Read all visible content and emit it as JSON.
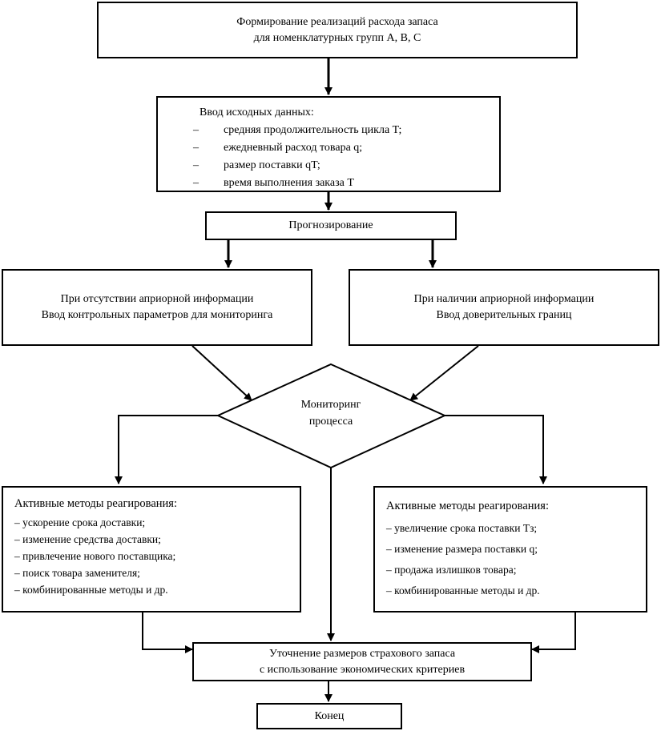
{
  "top_box": {
    "line1": "Формирование реализаций расхода запаса",
    "line2": "для номенклатурных групп A, B, C"
  },
  "inputs_box": {
    "heading": "Ввод  исходных данных:",
    "items": [
      "средняя продолжительность цикла T;",
      "ежедневный расход товара q;",
      "размер поставки qT;",
      "время выполнения заказа  T"
    ],
    "dash": "–"
  },
  "forecast_box": {
    "label": "Прогнозирование"
  },
  "no_prior_box": {
    "line1": "При отсутствии априорной информации",
    "line2": "Ввод контрольных параметров для мониторинга"
  },
  "prior_box": {
    "line1": "При наличии априорной информации",
    "line2": "Ввод доверительных границ"
  },
  "decision": {
    "line1": "Мониторинг",
    "line2": "процесса"
  },
  "left_methods": {
    "heading": "Активные методы реагирования:",
    "items": [
      "– ускорение срока доставки;",
      "– изменение средства доставки;",
      "– привлечение нового поставщика;",
      "– поиск товара заменителя;",
      "– комбинированные методы и др."
    ]
  },
  "right_methods": {
    "heading": "Активные методы реагирования:",
    "items": [
      "– увеличение срока поставки Tз;",
      "– изменение размера поставки q;",
      "– продажа излишков товара;",
      "– комбинированные методы  и др."
    ]
  },
  "refine_box": {
    "line1": "Уточнение размеров страхового запаса",
    "line2": "с использование экономических критериев"
  },
  "end_box": {
    "label": "Конец"
  }
}
